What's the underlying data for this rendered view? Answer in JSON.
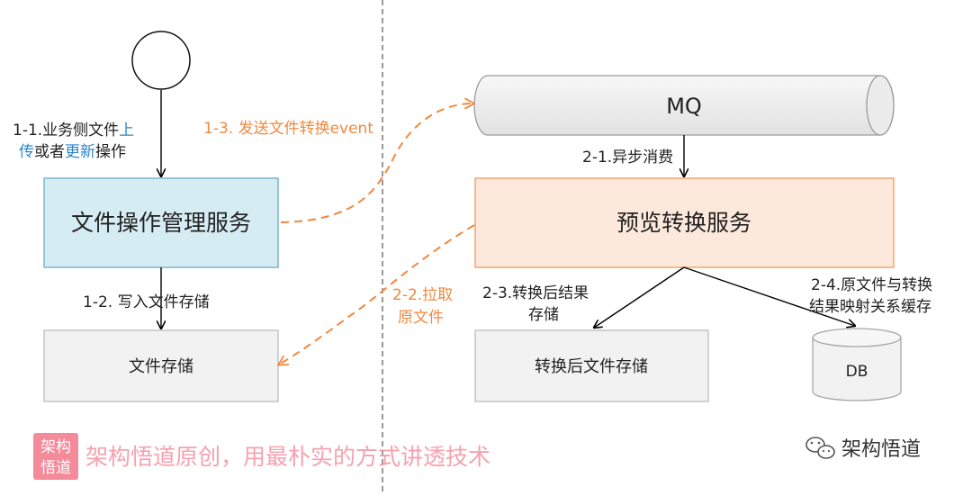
{
  "nodes": {
    "start": {
      "label": ""
    },
    "file_service": {
      "label": "文件操作管理服务"
    },
    "file_storage": {
      "label": "文件存储"
    },
    "mq": {
      "label": "MQ"
    },
    "preview_service": {
      "label": "预览转换服务"
    },
    "converted_storage": {
      "label": "转换后文件存储"
    },
    "db": {
      "label": "DB"
    }
  },
  "edges": {
    "e1_1": {
      "line1_a": "1-1.业务侧文件",
      "line1_b": "上",
      "line2_a": "传",
      "line2_b": "或者",
      "line2_c": "更新",
      "line2_d": "操作"
    },
    "e1_2": {
      "label": "1-2. 写入文件存储"
    },
    "e1_3": {
      "label": "1-3. 发送文件转换event"
    },
    "e2_1": {
      "label": "2-1.异步消费"
    },
    "e2_2": {
      "line1": "2-2.拉取",
      "line2": "原文件"
    },
    "e2_3": {
      "line1": "2-3.转换后结果",
      "line2": "存储"
    },
    "e2_4": {
      "line1": "2-4.原文件与转换",
      "line2": "结果映射关系缓存"
    }
  },
  "watermark": {
    "logo_line1": "架构",
    "logo_line2": "悟道",
    "slogan": "架构悟道原创，用最朴实的方式讲透技术",
    "account": "架构悟道"
  },
  "colors": {
    "service_fill": "#d6ecf3",
    "service_stroke": "#7ab6cc",
    "preview_fill": "#fde9dc",
    "preview_stroke": "#f2a572",
    "storage_fill": "#f2f2f2",
    "storage_stroke": "#b8b8b8",
    "async_orange": "#f0893f",
    "highlight_blue": "#2e86c9",
    "watermark_pink": "#f48a9a"
  }
}
